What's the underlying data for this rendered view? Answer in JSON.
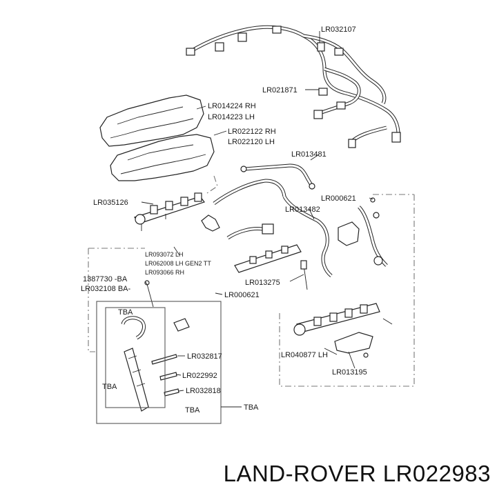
{
  "callouts": {
    "lr032107": "LR032107",
    "lr021871": "LR021871",
    "lr014224": "LR014224 RH",
    "lr014223": "LR014223 LH",
    "lr022122": "LR022122 RH",
    "lr022120": "LR022120 LH",
    "lr013481": "LR013481",
    "lr035126": "LR035126",
    "lr000621_top": "LR000621",
    "lr013482": "LR013482",
    "lr093072": "LR093072 LH",
    "lr062008": "LR062008 LH GEN2 TT",
    "lr093066": "LR093066 RH",
    "p1387730": "1387730 -BA",
    "lr032108": "LR032108 BA-",
    "lr013275": "LR013275",
    "lr000621_mid": "LR000621",
    "tba_top": "TBA",
    "lr032817": "LR032817",
    "lr022992": "LR022992",
    "tba_left": "TBA",
    "lr032818": "LR032818",
    "tba_bottom": "TBA",
    "tba_right": "TBA",
    "lr040877": "LR040877 LH",
    "lr013195": "LR013195"
  },
  "caption": "LAND-ROVER LR022983"
}
